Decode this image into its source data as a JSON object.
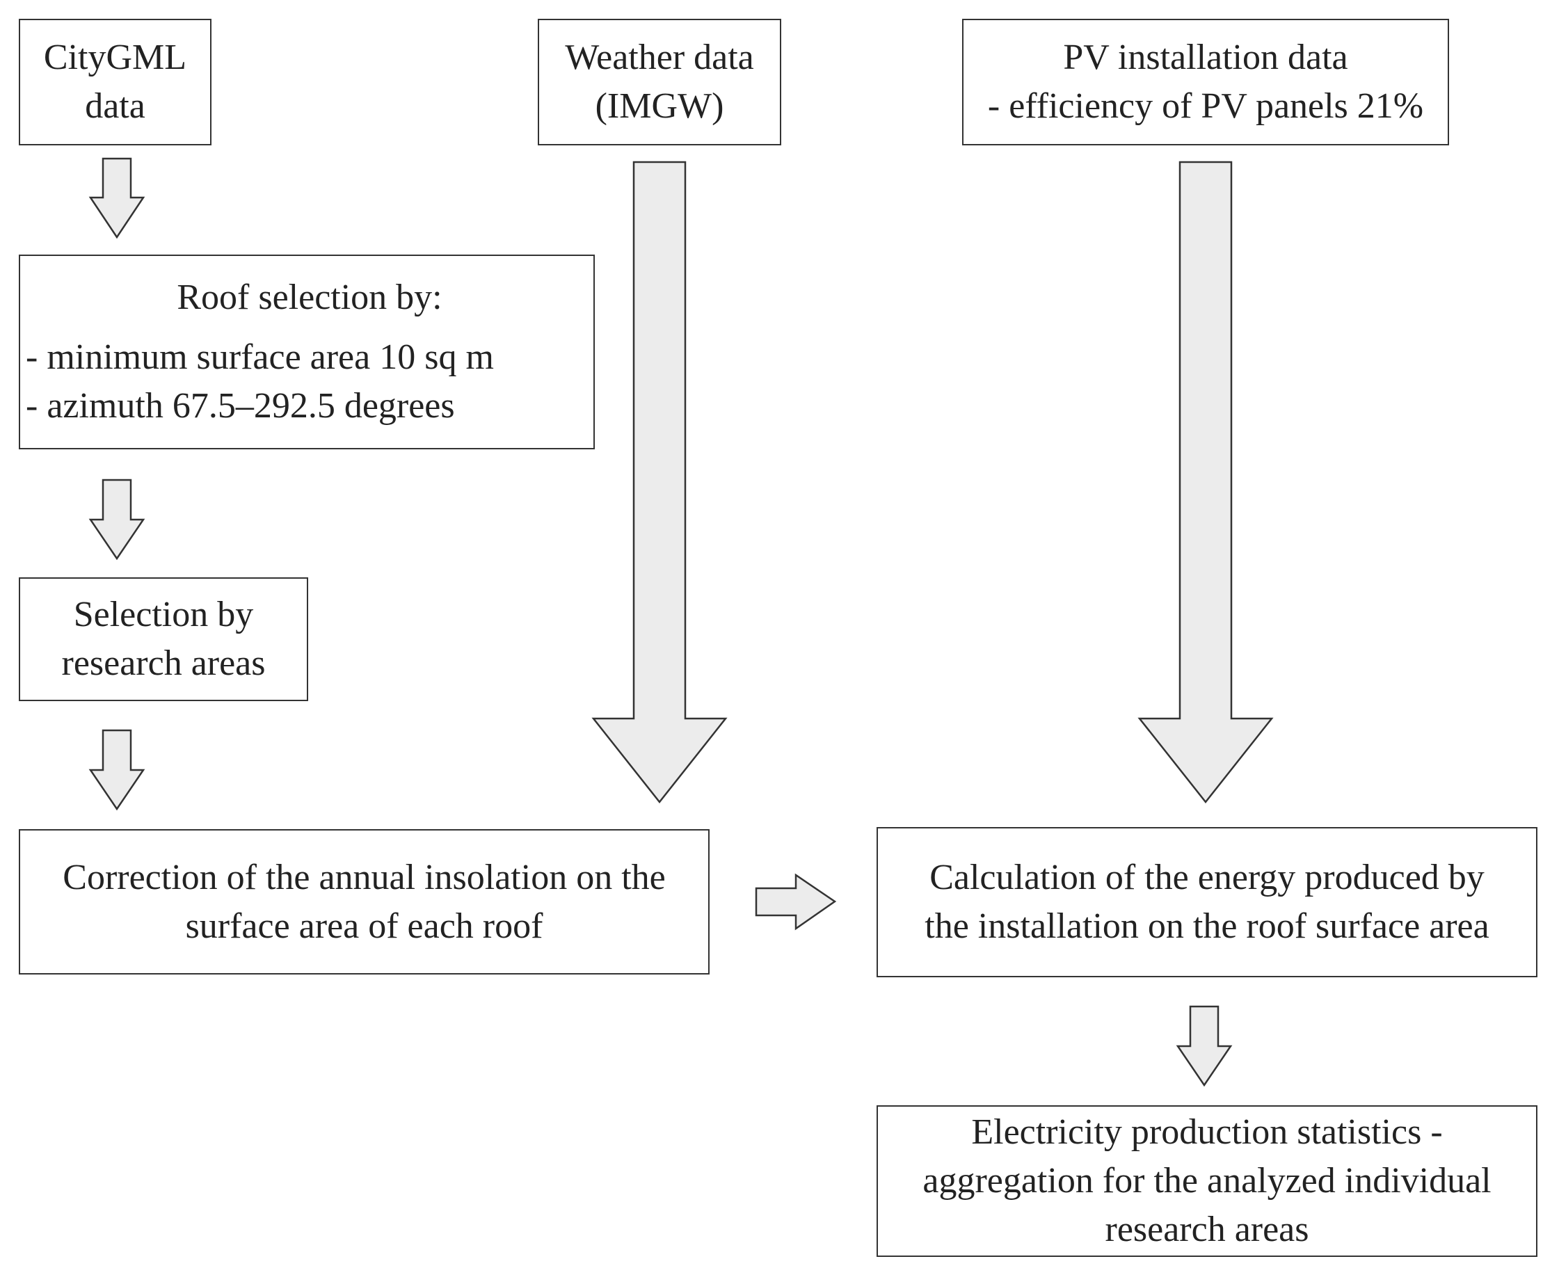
{
  "diagram": {
    "boxes": {
      "citygml": {
        "lines": [
          "CityGML",
          "data"
        ]
      },
      "weather": {
        "lines": [
          "Weather data",
          "(IMGW)"
        ]
      },
      "pv_installation": {
        "lines": [
          "PV installation data",
          "- efficiency of PV panels 21%"
        ]
      },
      "roof_selection": {
        "title": "Roof selection by:",
        "lines": [
          "- minimum surface area 10 sq m",
          "- azimuth 67.5–292.5 degrees"
        ]
      },
      "research_area_selection": {
        "lines": [
          "Selection by",
          "research areas"
        ]
      },
      "insolation_correction": {
        "lines": [
          "Correction of the annual insolation on the",
          "surface area of each roof"
        ]
      },
      "energy_calculation": {
        "lines": [
          "Calculation of the energy produced by",
          "the installation on the roof surface area"
        ]
      },
      "statistics": {
        "lines": [
          "Electricity production statistics -",
          "aggregation for the analyzed individual",
          "research areas"
        ]
      }
    },
    "colors": {
      "arrow_fill": "#ececec",
      "stroke": "#333333",
      "background": "#ffffff"
    }
  }
}
